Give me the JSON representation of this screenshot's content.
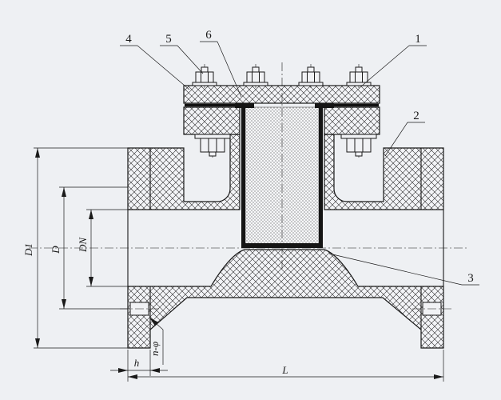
{
  "page": {
    "background": "#eef0f3",
    "line_color": "#1a1a1a"
  },
  "callouts": {
    "c1": "1",
    "c2": "2",
    "c3": "3",
    "c4": "4",
    "c5": "5",
    "c6": "6"
  },
  "dimensions": {
    "d1": "D1",
    "d": "D",
    "dn": "DN",
    "h": "h",
    "n_phi": "n-φ",
    "l": "L"
  }
}
